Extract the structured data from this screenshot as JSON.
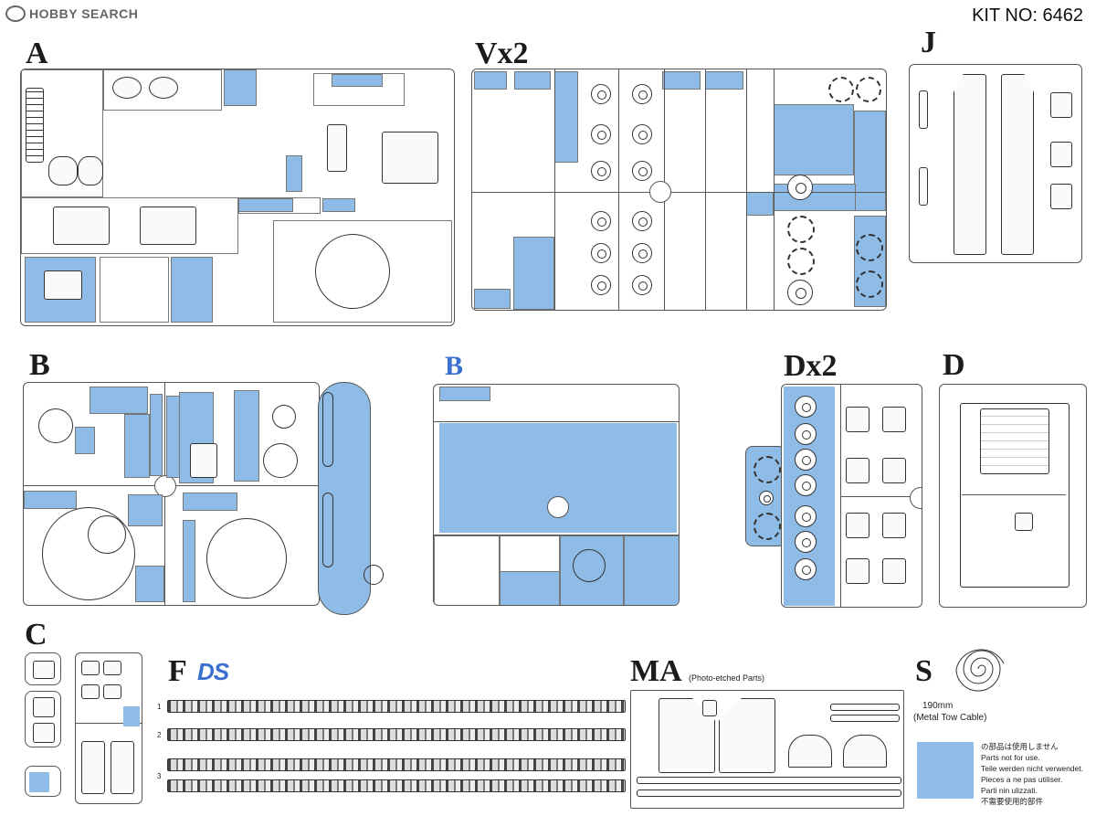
{
  "brand": {
    "logo_text": "HOBBY SEARCH"
  },
  "kit_no": "KIT NO: 6462",
  "sprue_letters": {
    "A": "A",
    "V": "Vx2",
    "J": "J",
    "B1": "B",
    "B2": "B",
    "D2": "Dx2",
    "D": "D",
    "C": "C",
    "F": "F",
    "F_badge": "DS",
    "MA": "MA",
    "MA_note": "(Photo-etched Parts)",
    "S": "S"
  },
  "tow_cable": {
    "length": "190mm",
    "label": "(Metal Tow Cable)"
  },
  "legend": [
    "の部品は使用しません",
    "Parts not for use.",
    "Teile werden nicht verwendet.",
    "Pieces a ne pas utiliser.",
    "Parti nin ulizzati.",
    "不需要使用的部件"
  ],
  "track_numbers": [
    "1",
    "2",
    "3",
    "3"
  ],
  "colors": {
    "unused_highlight": "#8fbce6",
    "line": "#333333",
    "letter_blue": "#3a6fd0"
  }
}
